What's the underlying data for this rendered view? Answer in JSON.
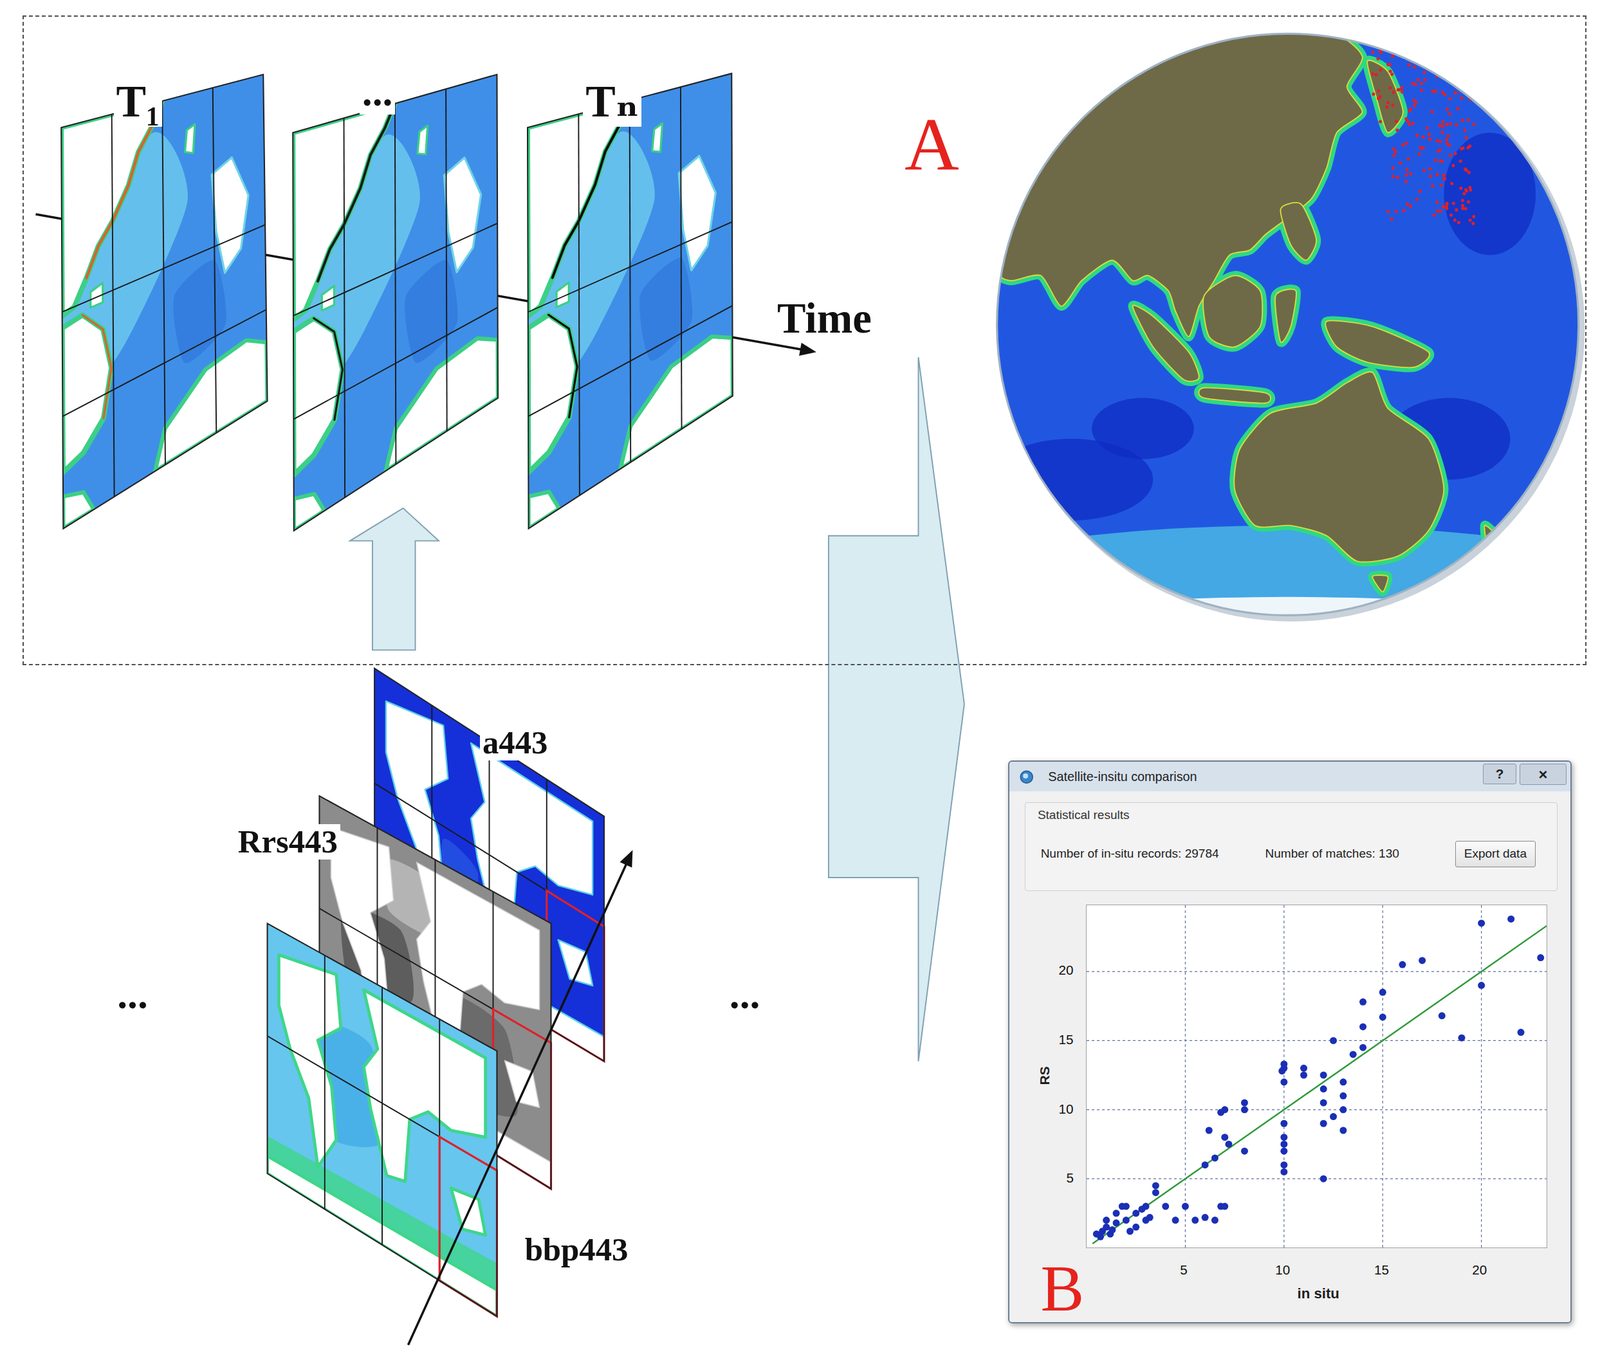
{
  "diagram": {
    "nodes": [
      {
        "text": [
          "A"
        ]
      },
      {
        "text": [
          "Satellite-insitu comparison",
          "B"
        ]
      },
      {
        "text": [
          "?"
        ],
        "in": 1
      },
      {
        "text": [
          "×"
        ],
        "in": 1
      },
      {
        "text": [
          "Statistical results",
          "Number of in-situ records: 29784",
          "Number of matches: 130"
        ],
        "in": 1
      },
      {
        "text": [
          "Export data"
        ],
        "in": 4
      },
      {
        "text": [
          "RS",
          "in situ"
        ],
        "in": 1
      }
    ],
    "labels": [
      "T₁",
      "...",
      "Tₙ",
      "Time",
      "a443",
      "Rrs443",
      "bbp443",
      "...",
      "...",
      "20",
      "15",
      "10",
      "5",
      "5",
      "10",
      "15",
      "20"
    ]
  }
}
